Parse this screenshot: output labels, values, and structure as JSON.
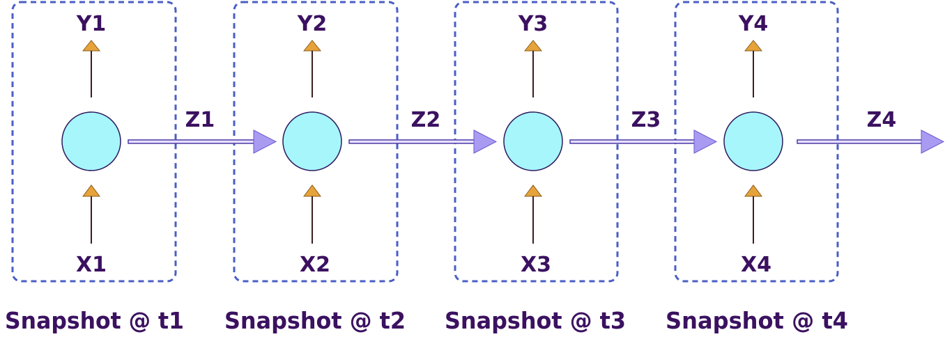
{
  "colors": {
    "box_border": "#4a5ec4",
    "node_fill": "#a6f6fb",
    "node_stroke": "#2e1a5e",
    "arrow_vertical": "#3a1e1e",
    "arrowhead_vertical": "#e6a33a",
    "arrow_horizontal_fill": "#e8e0ff",
    "arrow_horizontal_stroke": "#4b3aa6",
    "arrowhead_horizontal": "#a99bf2",
    "label_text": "#3b1160"
  },
  "snapshots": [
    {
      "input": "X1",
      "output": "Y1",
      "state": "Z1",
      "caption": "Snapshot @ t1"
    },
    {
      "input": "X2",
      "output": "Y2",
      "state": "Z2",
      "caption": "Snapshot @ t2"
    },
    {
      "input": "X3",
      "output": "Y3",
      "state": "Z3",
      "caption": "Snapshot @ t3"
    },
    {
      "input": "X4",
      "output": "Y4",
      "state": "Z4",
      "caption": "Snapshot @ t4"
    }
  ]
}
